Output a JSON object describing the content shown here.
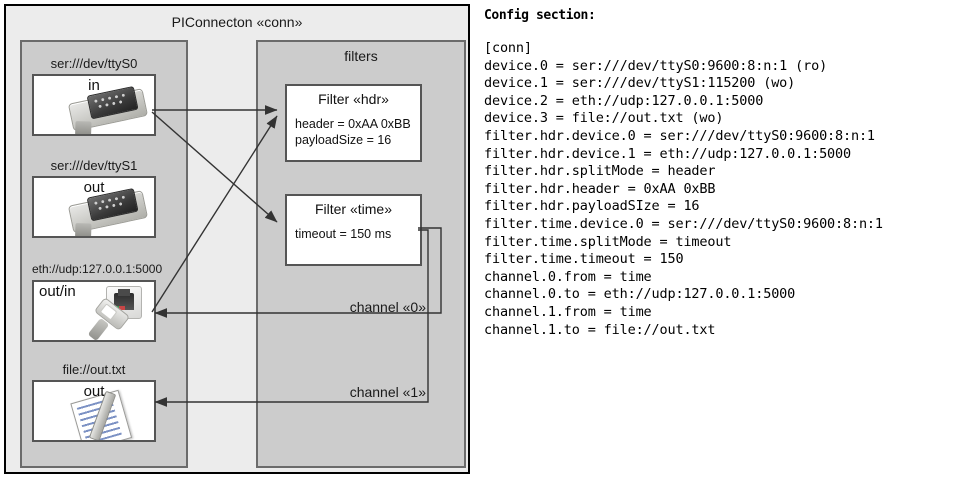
{
  "diagram": {
    "title": "PIConnecton «conn»",
    "devices_group": {
      "title": ""
    },
    "filters_group": {
      "title": "filters"
    },
    "devices": [
      {
        "name": "device-ttys0",
        "label": "ser:///dev/ttyS0",
        "mode": "in",
        "icon": "serial-port-icon"
      },
      {
        "name": "device-ttys1",
        "label": "ser:///dev/ttyS1",
        "mode": "out",
        "icon": "serial-port-icon"
      },
      {
        "name": "device-eth",
        "label": "eth://udp:127.0.0.1:5000",
        "mode": "out/in",
        "icon": "ethernet-icon"
      },
      {
        "name": "device-file",
        "label": "file://out.txt",
        "mode": "out",
        "icon": "file-document-icon"
      }
    ],
    "filters": [
      {
        "name": "filter-hdr",
        "title": "Filter «hdr»",
        "props": "header = 0xAA 0xBB\npayloadSize = 16"
      },
      {
        "name": "filter-time",
        "title": "Filter «time»",
        "props": "timeout = 150 ms"
      }
    ],
    "channels": [
      {
        "name": "channel-0",
        "label": "channel «0»"
      },
      {
        "name": "channel-1",
        "label": "channel «1»"
      }
    ]
  },
  "config": {
    "header": "Config section:",
    "lines": [
      "[conn]",
      "device.0 = ser:///dev/ttyS0:9600:8:n:1 (ro)",
      "device.1 = ser:///dev/ttyS1:115200 (wo)",
      "device.2 = eth://udp:127.0.0.1:5000",
      "device.3 = file://out.txt (wo)",
      "filter.hdr.device.0 = ser:///dev/ttyS0:9600:8:n:1",
      "filter.hdr.device.1 = eth://udp:127.0.0.1:5000",
      "filter.hdr.splitMode = header",
      "filter.hdr.header = 0xAA 0xBB",
      "filter.hdr.payloadSIze = 16",
      "filter.time.device.0 = ser:///dev/ttyS0:9600:8:n:1",
      "filter.time.splitMode = timeout",
      "filter.time.timeout = 150",
      "channel.0.from = time",
      "channel.0.to = eth://udp:127.0.0.1:5000",
      "channel.1.from = time",
      "channel.1.to = file://out.txt"
    ],
    "text": ""
  },
  "colors": {
    "page_background": "#ffffff",
    "frame_background": "#ececec",
    "group_background": "#cccccc",
    "group_border": "#6b6b6b",
    "box_background": "#ffffff",
    "box_border": "#555555",
    "outer_border": "#000000",
    "text": "#1a1a1a",
    "wire": "#333333"
  }
}
